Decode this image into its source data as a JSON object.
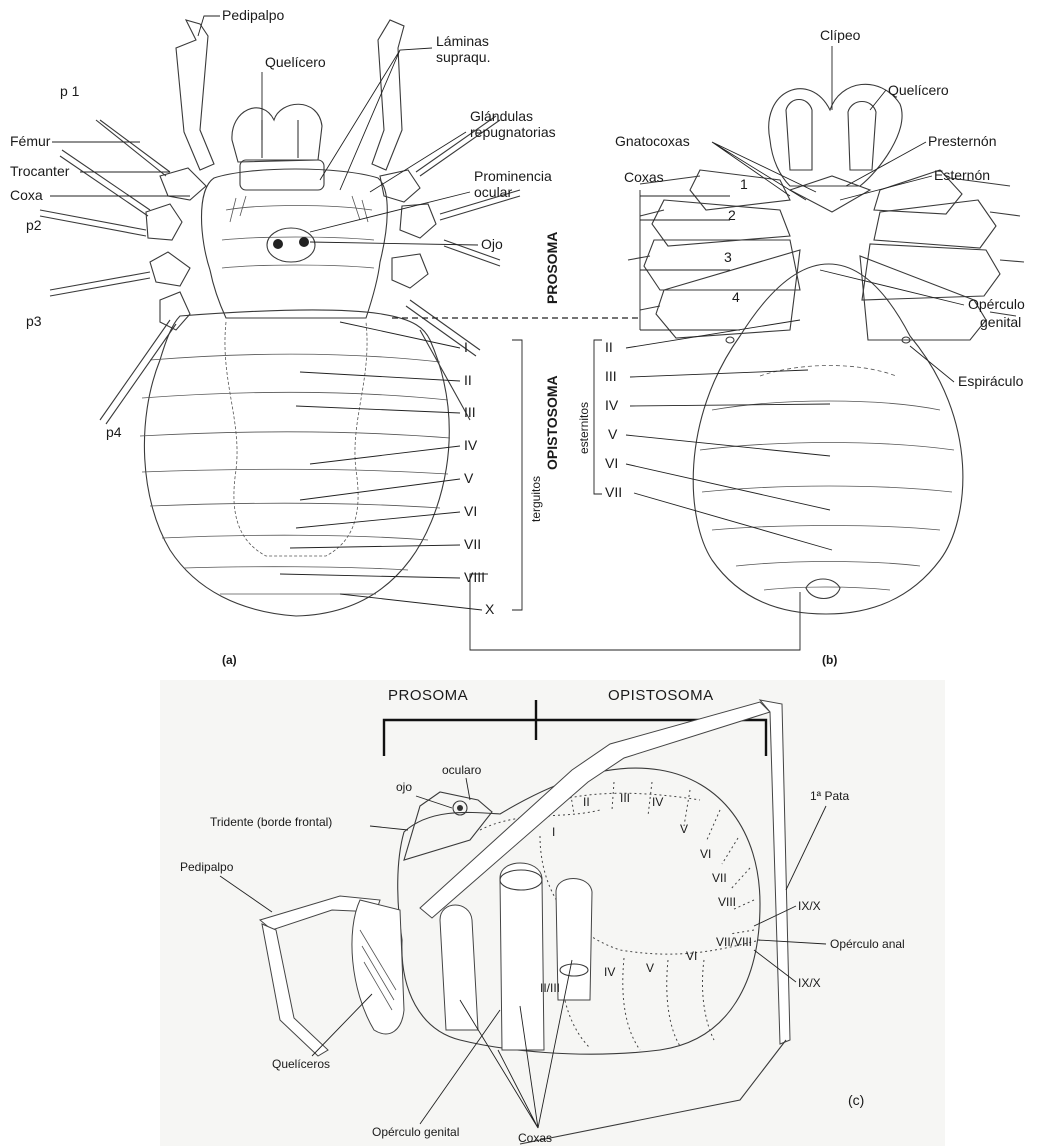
{
  "panel_a": {
    "caption": "(a)",
    "labels": {
      "pedipalpo": "Pedipalpo",
      "quelicero": "Quelícero",
      "laminas1": "Láminas",
      "laminas2": "supraqu.",
      "glandulas1": "Glándulas",
      "glandulas2": "repugnatorias",
      "prominencia1": "Prominencia",
      "prominencia2": "ocular",
      "ojo": "Ojo",
      "p1": "p 1",
      "femur": "Fémur",
      "trocanter": "Trocanter",
      "coxa": "Coxa",
      "p2": "p2",
      "p3": "p3",
      "p4": "p4",
      "prosoma": "PROSOMA",
      "opistosoma": "OPISTOSOMA",
      "terguitos": "terguitos"
    },
    "tergites": [
      "I",
      "II",
      "III",
      "IV",
      "V",
      "VI",
      "VII",
      "VIII",
      "X"
    ]
  },
  "panel_b": {
    "caption": "(b)",
    "labels": {
      "clipeo": "Clípeo",
      "quelicero": "Quelícero",
      "gnatocoxas": "Gnatocoxas",
      "presternon": "Presternón",
      "coxas": "Coxas",
      "esternon": "Esternón",
      "operculo1": "Opérculo",
      "operculo2": "genital",
      "espiraculo": "Espiráculo",
      "esternitos": "esternitos"
    },
    "coxa_numbers": [
      "1",
      "2",
      "3",
      "4"
    ],
    "sternites": [
      "II",
      "III",
      "IV",
      "V",
      "VI",
      "VII"
    ]
  },
  "panel_c": {
    "caption": "(c)",
    "labels": {
      "prosoma": "PROSOMA",
      "opistosoma": "OPISTOSOMA",
      "ocularo": "ocularo",
      "ojo": "ojo",
      "tridente": "Tridente (borde frontal)",
      "pedipalpo": "Pedipalpo",
      "pata": "1ª Pata",
      "ixx_top": "IX/X",
      "operculo_anal": "Opérculo anal",
      "ixx_bottom": "IX/X",
      "queliceros": "Quelíceros",
      "operculo_genital": "Opérculo genital",
      "coxas": "Coxas"
    },
    "dorsal_segments": [
      "I",
      "II",
      "III",
      "IV",
      "V",
      "VI",
      "VII",
      "VIII"
    ],
    "ventral_segments": [
      "II/III",
      "IV",
      "V",
      "VI",
      "VII/VIII"
    ]
  }
}
